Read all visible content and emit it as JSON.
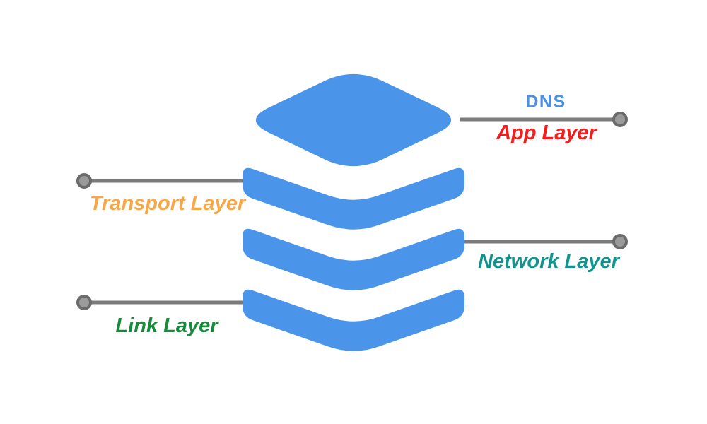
{
  "page": {
    "background": "#ffffff"
  },
  "diagram": {
    "shape_color": "#4a94e9",
    "connector_color": "#7b7b7b",
    "dot_fill": "#9a9a9a",
    "dot_ring": "#6b6b6b",
    "labels": {
      "dns": {
        "text": "DNS",
        "color": "#4a90e8"
      },
      "app": {
        "text": "App Layer",
        "color": "#f21d1d"
      },
      "transport": {
        "text": "Transport Layer",
        "color": "#f8a748"
      },
      "network": {
        "text": "Network Layer",
        "color": "#12948e"
      },
      "link": {
        "text": "Link Layer",
        "color": "#188a3b"
      }
    }
  }
}
